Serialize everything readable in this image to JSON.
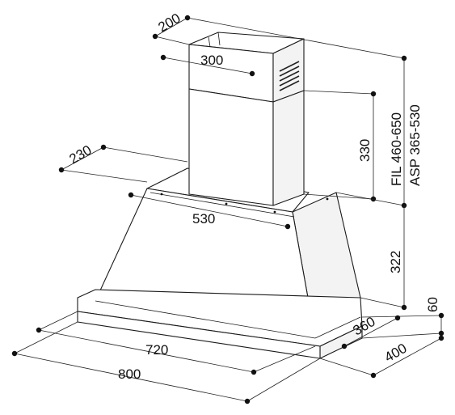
{
  "dimensions": {
    "chimney_depth": "200",
    "chimney_width": "300",
    "base_depth_top": "230",
    "top_width": "530",
    "chimney_height": "330",
    "height_fil": "FIL  460-650",
    "height_asp": "ASP  365-530",
    "body_height": "322",
    "rim_height": "60",
    "rim_depth": "360",
    "total_depth": "400",
    "inner_width": "720",
    "total_width": "800"
  }
}
